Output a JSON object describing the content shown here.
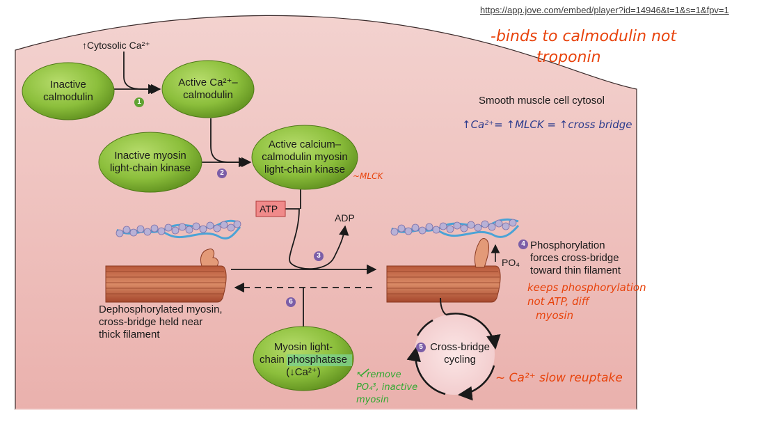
{
  "source_link": "https://app.jove.com/embed/player?id=14946&t=1&s=1&fpv=1",
  "cell_label": "Smooth muscle cell cytosol",
  "cytosolic_ca": "↑Cytosolic Ca²⁺",
  "nodes": {
    "inactive_calmodulin": [
      "Inactive",
      "calmodulin"
    ],
    "active_calmodulin": [
      "Active Ca²⁺–",
      "calmodulin"
    ],
    "inactive_mlck": [
      "Inactive myosin",
      "light-chain kinase"
    ],
    "active_mlck": [
      "Active calcium–",
      "calmodulin myosin",
      "light-chain kinase"
    ],
    "phosphatase": [
      "Myosin light-",
      "chain phosphatase",
      "(↓Ca²⁺)"
    ]
  },
  "atp": "ATP",
  "adp": "ADP",
  "po4": "PO₄",
  "steps": [
    "1",
    "2",
    "3",
    "4",
    "5",
    "6"
  ],
  "step4_text": [
    "Phosphorylation",
    "forces cross-bridge",
    "toward thin filament"
  ],
  "step5_text": [
    "Cross-bridge",
    "cycling"
  ],
  "dephos_text": [
    "Dephosphorylated myosin,",
    "cross-bridge held near",
    "thick filament"
  ],
  "annotations": {
    "binds": [
      "-binds to calmodulin not",
      "troponin"
    ],
    "ca_mlck": "↑Ca²⁺= ↑MLCK = ↑cross bridge",
    "mlck": "~MLCK",
    "keeps": [
      "keeps phosphorylation",
      "not ATP, diff",
      "myosin"
    ],
    "remove": [
      "↖ remove",
      "PO₄³, inactive",
      "myosin"
    ],
    "reuptake": "~ Ca²⁺ slow reuptake"
  },
  "colors": {
    "cytosol": "#f0c2bf",
    "oval": "#8cbf3c",
    "oval_dark": "#5f8f1e",
    "step_green": "#5fa332",
    "step_purple": "#7b5ea7",
    "handwriting_red": "#e8430c",
    "handwriting_green": "#2fa82f",
    "handwriting_blue": "#2a3a8c",
    "highlight": "#7ed08a"
  }
}
